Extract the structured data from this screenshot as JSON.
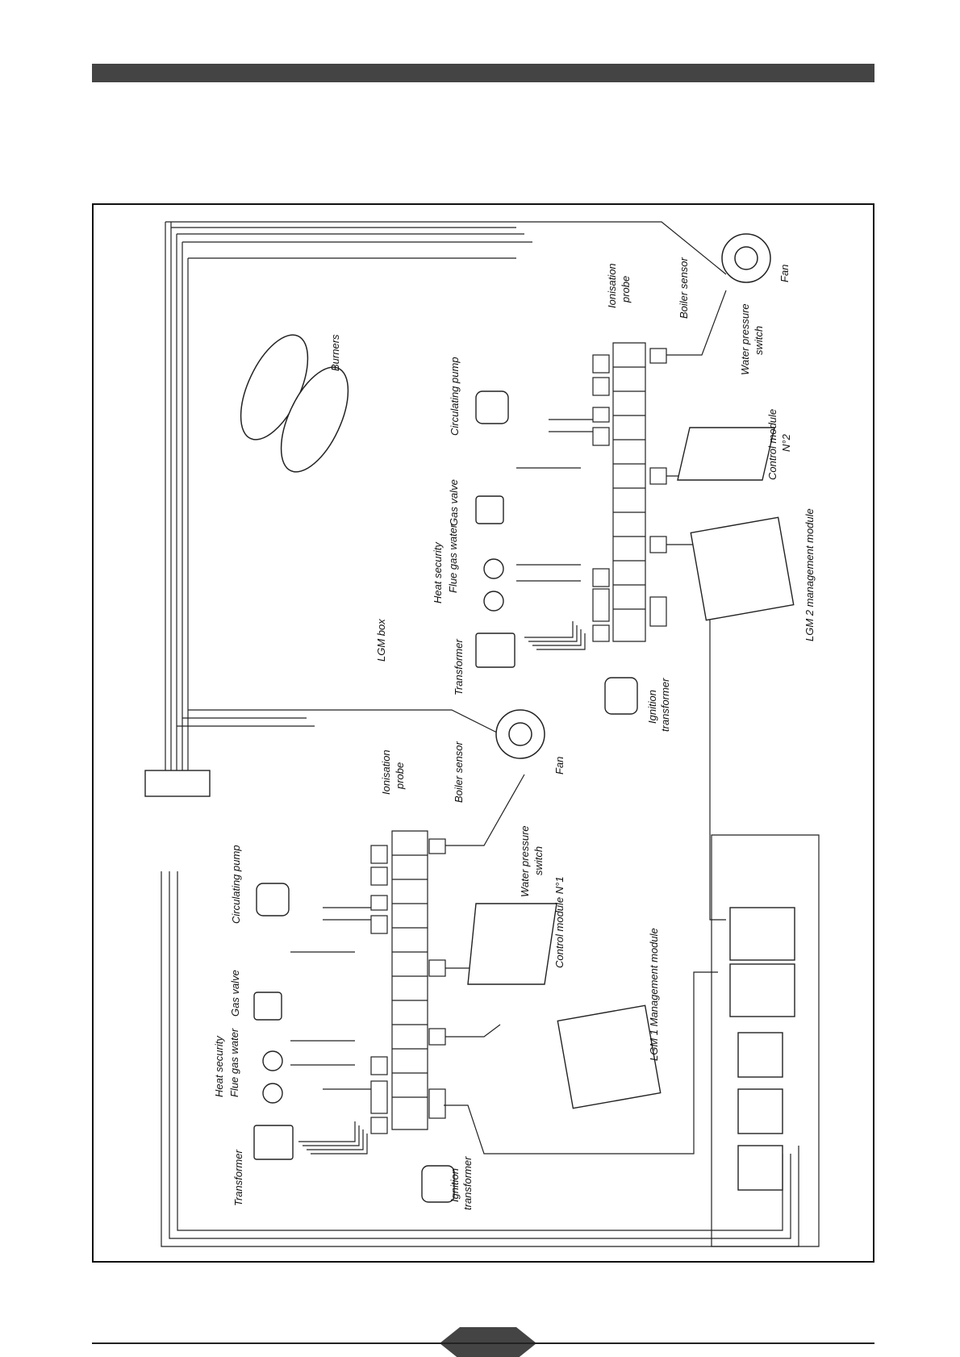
{
  "colors": {
    "bar": "#444444",
    "ink": "#111111",
    "page": "#ffffff"
  },
  "module1": {
    "burners_label": "",
    "transformer": "Transformer",
    "ignition_transformer": [
      "Ignition",
      "transformer"
    ],
    "heat_security": "Heat security",
    "flue_gas_water": "Flue gas  water",
    "gas_valve": "Gas valve",
    "circulating_pump": "Circulating pump",
    "ionisation_probe": [
      "Ionisation",
      "probe"
    ],
    "boiler_sensor": "Boiler sensor",
    "fan": "Fan",
    "water_pressure_switch": [
      "Water pressure",
      "switch"
    ],
    "control_module": "Control module N°1",
    "management_module": "LGM 1 Management  module"
  },
  "module2": {
    "burners": "Burners",
    "lgm_box": "LGM box",
    "transformer": "Transformer",
    "ignition_transformer": [
      "Ignition",
      "transformer"
    ],
    "heat_security": "Heat security",
    "flue_gas_water": "Flue gas  water",
    "gas_valve": "Gas valve",
    "circulating_pump": "Circulating pump",
    "ionisation_probe": [
      "Ionisation",
      "probe"
    ],
    "boiler_sensor": "Boiler sensor",
    "fan": "Fan",
    "water_pressure_switch": [
      "Water pressure",
      "switch"
    ],
    "control_module": [
      "Control module",
      "N°2"
    ],
    "management_module": "LGM 2 management module"
  }
}
